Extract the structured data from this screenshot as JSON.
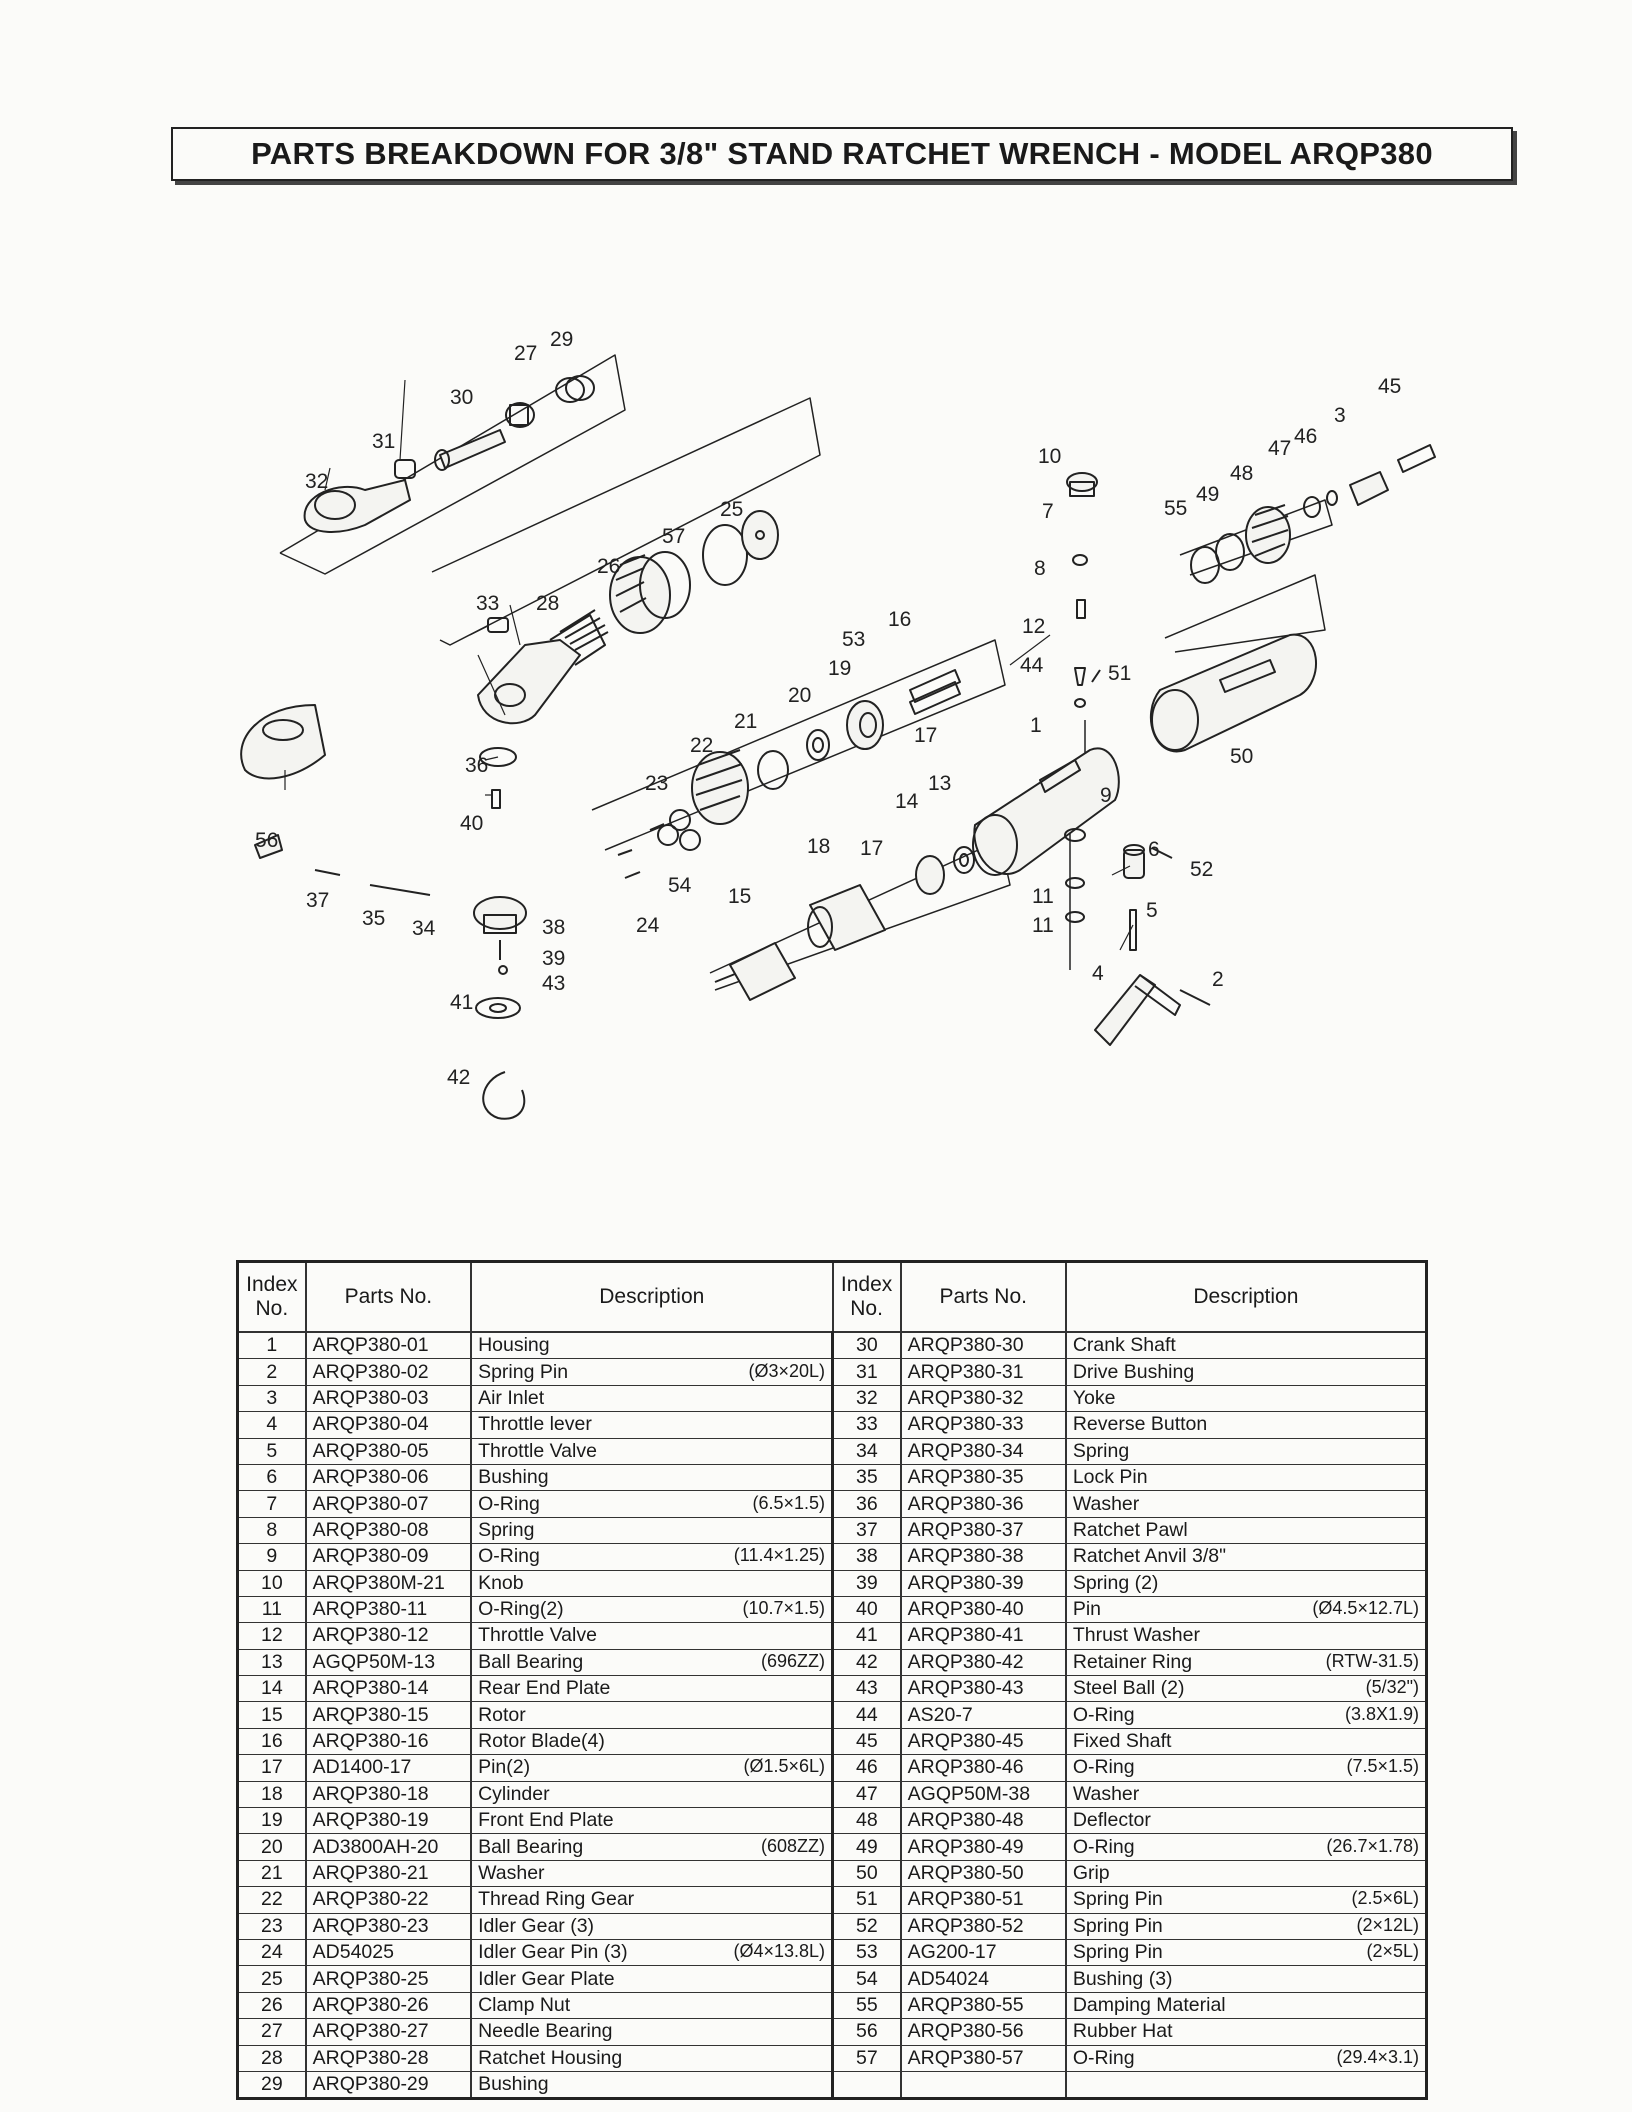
{
  "title": "PARTS BREAKDOWN FOR  3/8\" STAND RATCHET WRENCH - MODEL ARQP380",
  "table": {
    "headers": {
      "index": "Index No.",
      "parts_no": "Parts No.",
      "description": "Description"
    },
    "left": [
      {
        "i": "1",
        "p": "ARQP380-01",
        "d": "Housing",
        "s": ""
      },
      {
        "i": "2",
        "p": "ARQP380-02",
        "d": "Spring Pin",
        "s": "(Ø3×20L)"
      },
      {
        "i": "3",
        "p": "ARQP380-03",
        "d": "Air Inlet",
        "s": ""
      },
      {
        "i": "4",
        "p": "ARQP380-04",
        "d": "Throttle lever",
        "s": ""
      },
      {
        "i": "5",
        "p": "ARQP380-05",
        "d": "Throttle Valve",
        "s": ""
      },
      {
        "i": "6",
        "p": "ARQP380-06",
        "d": "Bushing",
        "s": ""
      },
      {
        "i": "7",
        "p": "ARQP380-07",
        "d": "O-Ring",
        "s": "(6.5×1.5)"
      },
      {
        "i": "8",
        "p": "ARQP380-08",
        "d": "Spring",
        "s": ""
      },
      {
        "i": "9",
        "p": "ARQP380-09",
        "d": "O-Ring",
        "s": "(11.4×1.25)"
      },
      {
        "i": "10",
        "p": "ARQP380M-21",
        "d": "Knob",
        "s": ""
      },
      {
        "i": "11",
        "p": "ARQP380-11",
        "d": "O-Ring(2)",
        "s": "(10.7×1.5)"
      },
      {
        "i": "12",
        "p": "ARQP380-12",
        "d": "Throttle Valve",
        "s": ""
      },
      {
        "i": "13",
        "p": "AGQP50M-13",
        "d": "Ball Bearing",
        "s": "(696ZZ)"
      },
      {
        "i": "14",
        "p": "ARQP380-14",
        "d": "Rear End Plate",
        "s": ""
      },
      {
        "i": "15",
        "p": "ARQP380-15",
        "d": "Rotor",
        "s": ""
      },
      {
        "i": "16",
        "p": "ARQP380-16",
        "d": "Rotor Blade(4)",
        "s": ""
      },
      {
        "i": "17",
        "p": "AD1400-17",
        "d": "Pin(2)",
        "s": "(Ø1.5×6L)"
      },
      {
        "i": "18",
        "p": "ARQP380-18",
        "d": "Cylinder",
        "s": ""
      },
      {
        "i": "19",
        "p": "ARQP380-19",
        "d": "Front End Plate",
        "s": ""
      },
      {
        "i": "20",
        "p": "AD3800AH-20",
        "d": "Ball Bearing",
        "s": "(608ZZ)"
      },
      {
        "i": "21",
        "p": "ARQP380-21",
        "d": "Washer",
        "s": ""
      },
      {
        "i": "22",
        "p": "ARQP380-22",
        "d": "Thread Ring Gear",
        "s": ""
      },
      {
        "i": "23",
        "p": "ARQP380-23",
        "d": "Idler Gear (3)",
        "s": ""
      },
      {
        "i": "24",
        "p": "AD54025",
        "d": "Idler Gear Pin (3)",
        "s": "(Ø4×13.8L)"
      },
      {
        "i": "25",
        "p": "ARQP380-25",
        "d": "Idler Gear Plate",
        "s": ""
      },
      {
        "i": "26",
        "p": "ARQP380-26",
        "d": "Clamp Nut",
        "s": ""
      },
      {
        "i": "27",
        "p": "ARQP380-27",
        "d": "Needle Bearing",
        "s": ""
      },
      {
        "i": "28",
        "p": "ARQP380-28",
        "d": "Ratchet Housing",
        "s": ""
      },
      {
        "i": "29",
        "p": "ARQP380-29",
        "d": "Bushing",
        "s": ""
      }
    ],
    "right": [
      {
        "i": "30",
        "p": "ARQP380-30",
        "d": "Crank Shaft",
        "s": ""
      },
      {
        "i": "31",
        "p": "ARQP380-31",
        "d": "Drive Bushing",
        "s": ""
      },
      {
        "i": "32",
        "p": "ARQP380-32",
        "d": "Yoke",
        "s": ""
      },
      {
        "i": "33",
        "p": "ARQP380-33",
        "d": "Reverse Button",
        "s": ""
      },
      {
        "i": "34",
        "p": "ARQP380-34",
        "d": "Spring",
        "s": ""
      },
      {
        "i": "35",
        "p": "ARQP380-35",
        "d": "Lock Pin",
        "s": ""
      },
      {
        "i": "36",
        "p": "ARQP380-36",
        "d": "Washer",
        "s": ""
      },
      {
        "i": "37",
        "p": "ARQP380-37",
        "d": "Ratchet Pawl",
        "s": ""
      },
      {
        "i": "38",
        "p": "ARQP380-38",
        "d": "Ratchet Anvil 3/8\"",
        "s": ""
      },
      {
        "i": "39",
        "p": "ARQP380-39",
        "d": "Spring (2)",
        "s": ""
      },
      {
        "i": "40",
        "p": "ARQP380-40",
        "d": "Pin",
        "s": "(Ø4.5×12.7L)"
      },
      {
        "i": "41",
        "p": "ARQP380-41",
        "d": "Thrust Washer",
        "s": ""
      },
      {
        "i": "42",
        "p": "ARQP380-42",
        "d": "Retainer Ring",
        "s": "(RTW-31.5)"
      },
      {
        "i": "43",
        "p": "ARQP380-43",
        "d": "Steel Ball (2)",
        "s": "(5/32\")"
      },
      {
        "i": "44",
        "p": "AS20-7",
        "d": "O-Ring",
        "s": "(3.8X1.9)"
      },
      {
        "i": "45",
        "p": "ARQP380-45",
        "d": "Fixed Shaft",
        "s": ""
      },
      {
        "i": "46",
        "p": "ARQP380-46",
        "d": "O-Ring",
        "s": "(7.5×1.5)"
      },
      {
        "i": "47",
        "p": "AGQP50M-38",
        "d": "Washer",
        "s": ""
      },
      {
        "i": "48",
        "p": "ARQP380-48",
        "d": "Deflector",
        "s": ""
      },
      {
        "i": "49",
        "p": "ARQP380-49",
        "d": "O-Ring",
        "s": "(26.7×1.78)"
      },
      {
        "i": "50",
        "p": "ARQP380-50",
        "d": "Grip",
        "s": ""
      },
      {
        "i": "51",
        "p": "ARQP380-51",
        "d": "Spring Pin",
        "s": "(2.5×6L)"
      },
      {
        "i": "52",
        "p": "ARQP380-52",
        "d": "Spring Pin",
        "s": "(2×12L)"
      },
      {
        "i": "53",
        "p": "AG200-17",
        "d": "Spring Pin",
        "s": "(2×5L)"
      },
      {
        "i": "54",
        "p": "AD54024",
        "d": "Bushing (3)",
        "s": ""
      },
      {
        "i": "55",
        "p": "ARQP380-55",
        "d": "Damping Material",
        "s": ""
      },
      {
        "i": "56",
        "p": "ARQP380-56",
        "d": "Rubber Hat",
        "s": ""
      },
      {
        "i": "57",
        "p": "ARQP380-57",
        "d": "O-Ring",
        "s": "(29.4×3.1)"
      },
      {
        "i": "",
        "p": "",
        "d": "",
        "s": ""
      }
    ]
  },
  "diagram_callouts": [
    "1",
    "2",
    "3",
    "4",
    "5",
    "6",
    "7",
    "8",
    "9",
    "10",
    "11",
    "11",
    "12",
    "13",
    "14",
    "15",
    "16",
    "17",
    "17",
    "18",
    "19",
    "20",
    "21",
    "22",
    "23",
    "24",
    "25",
    "26",
    "27",
    "28",
    "29",
    "30",
    "31",
    "32",
    "33",
    "34",
    "35",
    "36",
    "37",
    "38",
    "39",
    "40",
    "41",
    "42",
    "43",
    "44",
    "45",
    "46",
    "47",
    "48",
    "49",
    "50",
    "51",
    "52",
    "53",
    "54",
    "55",
    "56",
    "57"
  ]
}
